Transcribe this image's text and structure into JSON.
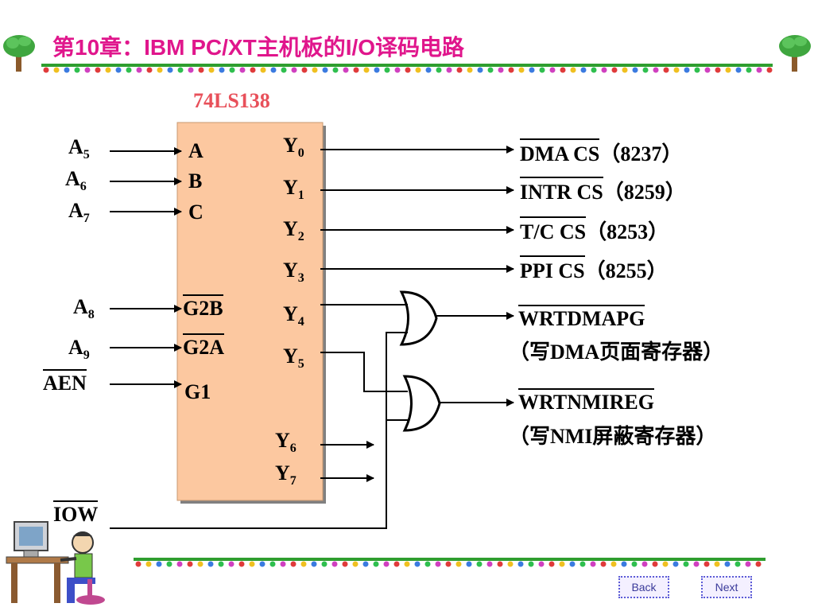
{
  "title": "第10章：IBM PC/XT主机板的I/O译码电路",
  "chip": {
    "name": "74LS138"
  },
  "inputs": {
    "a5": {
      "base": "A",
      "sub": "5"
    },
    "a6": {
      "base": "A",
      "sub": "6"
    },
    "a7": {
      "base": "A",
      "sub": "7"
    },
    "a8": {
      "base": "A",
      "sub": "8"
    },
    "a9": {
      "base": "A",
      "sub": "9"
    },
    "aen": "AEN",
    "iow": "IOW"
  },
  "chip_pins": {
    "left": [
      "A",
      "B",
      "C",
      "G2B",
      "G2A",
      "G1"
    ],
    "outputs": [
      {
        "base": "Y",
        "sub": "0"
      },
      {
        "base": "Y",
        "sub": "1"
      },
      {
        "base": "Y",
        "sub": "2"
      },
      {
        "base": "Y",
        "sub": "3"
      },
      {
        "base": "Y",
        "sub": "4"
      },
      {
        "base": "Y",
        "sub": "5"
      },
      {
        "base": "Y",
        "sub": "6"
      },
      {
        "base": "Y",
        "sub": "7"
      }
    ]
  },
  "outputs": {
    "dma": {
      "signal": "DMA CS",
      "chip": "（8237）"
    },
    "intr": {
      "signal": "INTR CS",
      "chip": "（8259）"
    },
    "tc": {
      "signal": "T/C CS",
      "chip": "（8253）"
    },
    "ppi": {
      "signal": "PPI CS",
      "chip": "（8255）"
    },
    "wrtdmapg": {
      "signal": "WRTDMAPG",
      "note": "（写DMA页面寄存器）"
    },
    "wrtnmireg": {
      "signal": "WRTNMIREG",
      "note": "（写NMI屏蔽寄存器）"
    }
  },
  "nav": {
    "back": "Back",
    "next": "Next"
  },
  "colors": {
    "title": "#e0168c",
    "chip_fill": "#fcc8a0",
    "chip_label": "#e8505a",
    "vine": "#2f9e2f"
  },
  "icons": [
    "tree-icon",
    "person-at-computer-icon"
  ]
}
